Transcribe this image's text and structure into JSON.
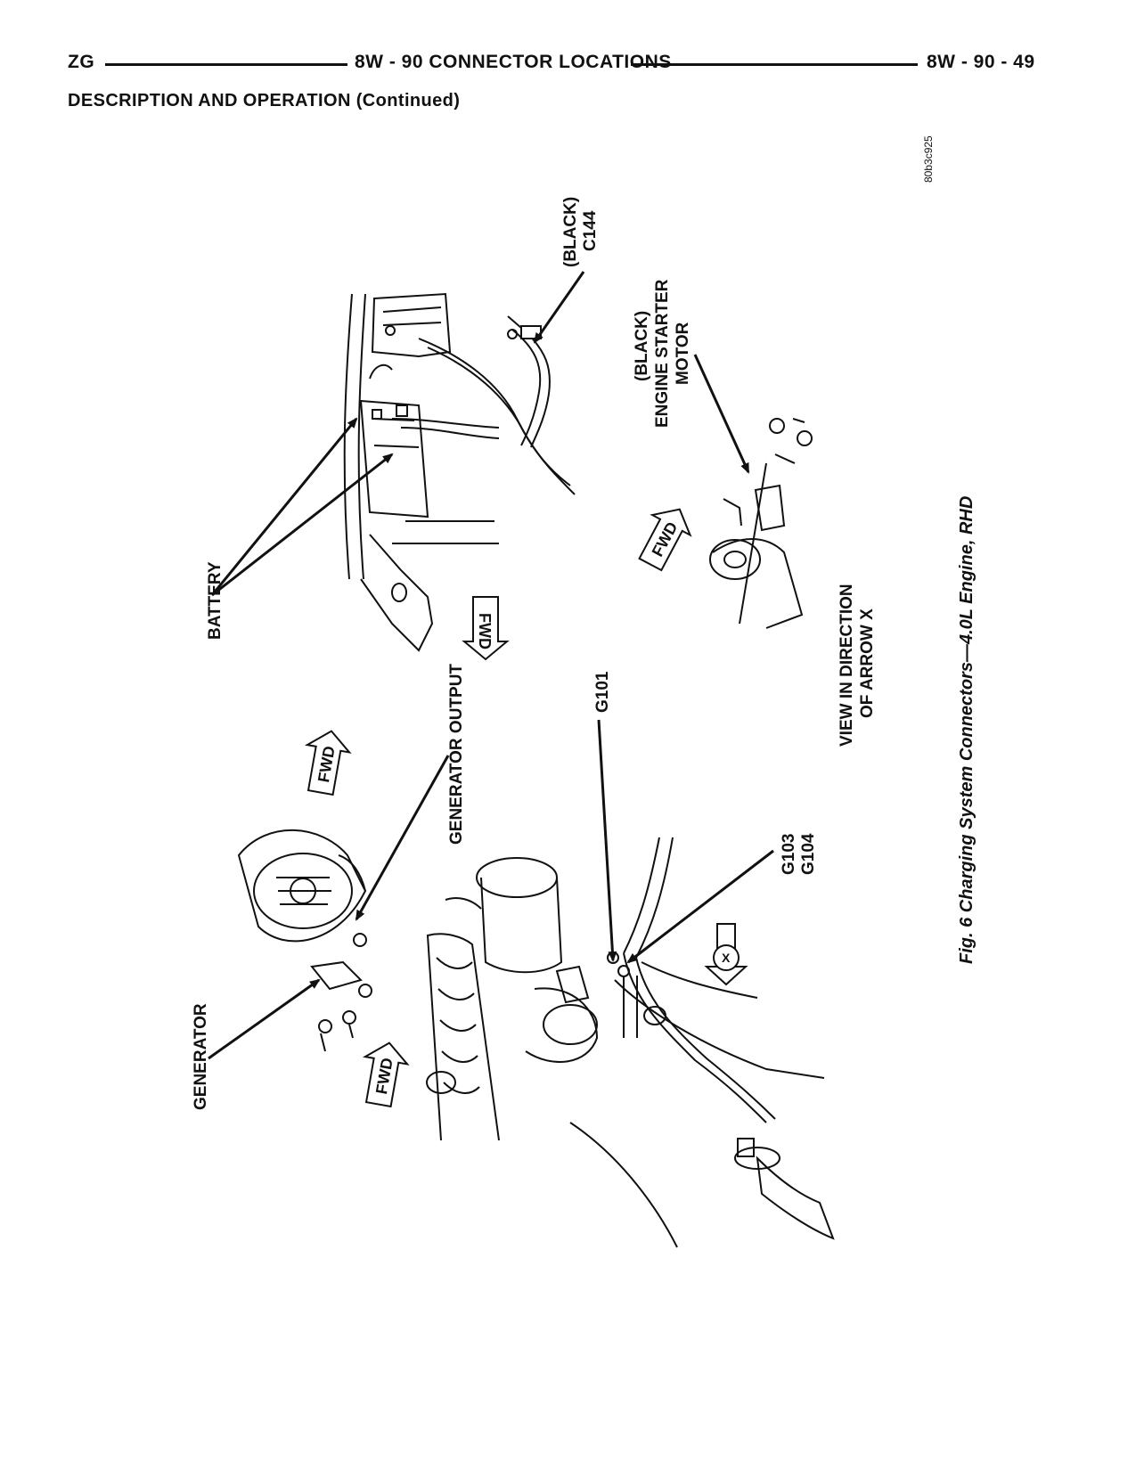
{
  "header": {
    "left": "ZG",
    "center": "8W - 90 CONNECTOR LOCATIONS",
    "right": "8W - 90 - 49"
  },
  "section_title": "DESCRIPTION AND OPERATION (Continued)",
  "figure": {
    "reference_code": "80b3c925",
    "caption": "Fig. 6 Charging System Connectors—4.0L Engine, RHD",
    "labels": {
      "generator": "GENERATOR",
      "generator_output": "GENERATOR OUTPUT",
      "battery": "BATTERY",
      "c144_color": "(BLACK)",
      "c144": "C144",
      "starter_color": "(BLACK)",
      "starter_line1": "ENGINE STARTER",
      "starter_line2": "MOTOR",
      "g101": "G101",
      "g103": "G103",
      "g104": "G104",
      "view_line1": "VIEW IN DIRECTION",
      "view_line2": "OF ARROW X",
      "fwd": "FWD",
      "arrow_x": "X"
    }
  }
}
